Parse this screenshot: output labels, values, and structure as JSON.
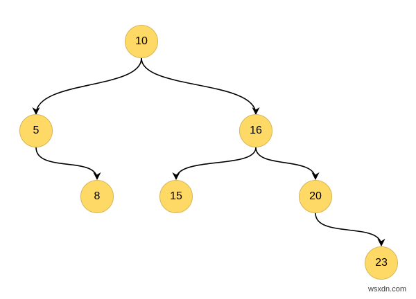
{
  "diagram": {
    "nodes": [
      {
        "id": "n10",
        "label": "10"
      },
      {
        "id": "n5",
        "label": "5"
      },
      {
        "id": "n16",
        "label": "16"
      },
      {
        "id": "n8",
        "label": "8"
      },
      {
        "id": "n15",
        "label": "15"
      },
      {
        "id": "n20",
        "label": "20"
      },
      {
        "id": "n23",
        "label": "23"
      }
    ],
    "edges": [
      {
        "from": "10",
        "to": "5"
      },
      {
        "from": "10",
        "to": "16"
      },
      {
        "from": "5",
        "to": "8"
      },
      {
        "from": "16",
        "to": "15"
      },
      {
        "from": "16",
        "to": "20"
      },
      {
        "from": "20",
        "to": "23"
      }
    ],
    "colors": {
      "node_fill": "#ffd966",
      "node_border": "#d6b656",
      "edge": "#000000"
    }
  },
  "watermark": "wsxdn.com"
}
